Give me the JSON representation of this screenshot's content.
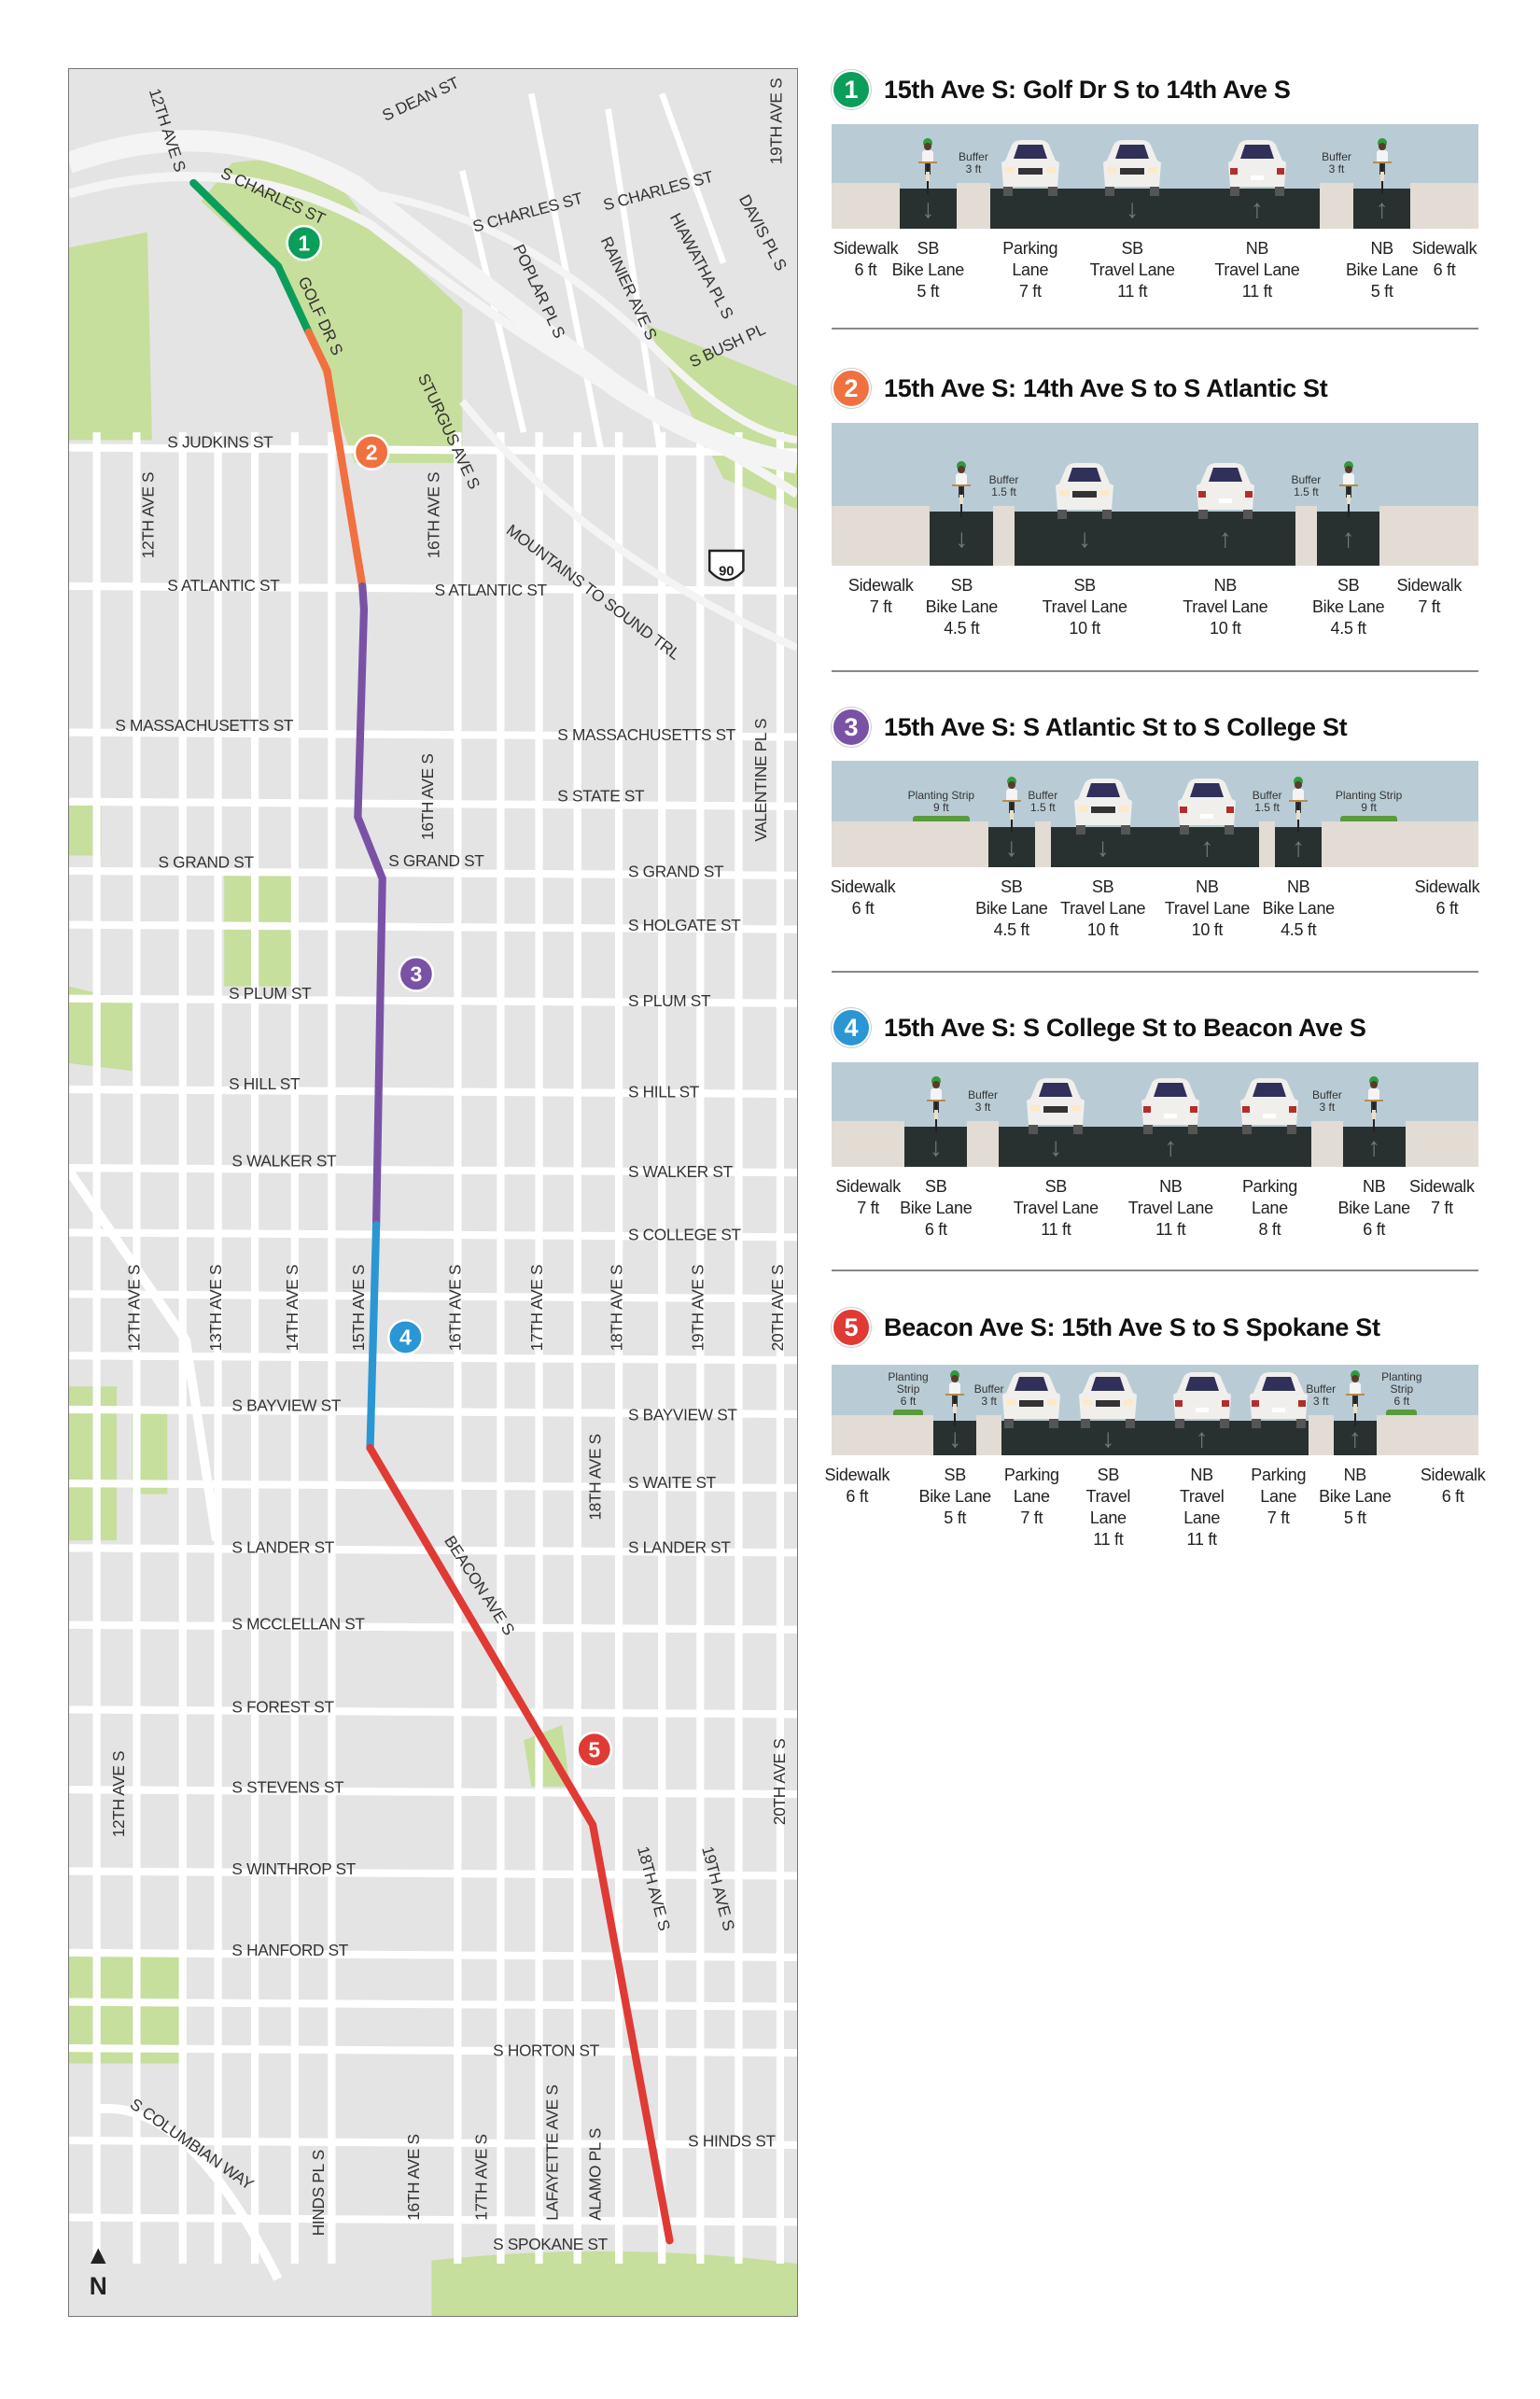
{
  "map": {
    "north_label": "N",
    "shield": "90",
    "labels": [
      "S DEAN ST",
      "12TH AVE S",
      "S CHARLES ST",
      "S CHARLES ST",
      "S CHARLES ST",
      "19TH AVE S",
      "DAVIS PL S",
      "HIAWATHA PL S",
      "RAINIER AVE S",
      "POPLAR PL S",
      "S BUSH PL",
      "GOLF DR S",
      "STURGUS AVE S",
      "S JUDKINS ST",
      "12TH AVE S",
      "16TH AVE S",
      "MOUNTAINS TO SOUND TRL",
      "S ATLANTIC ST",
      "S ATLANTIC ST",
      "S MASSACHUSETTS ST",
      "S MASSACHUSETTS ST",
      "VALENTINE PL S",
      "S STATE ST",
      "16TH AVE S",
      "S GRAND ST",
      "S GRAND ST",
      "S GRAND ST",
      "S HOLGATE ST",
      "S PLUM ST",
      "S PLUM ST",
      "S HILL ST",
      "S HILL ST",
      "S WALKER ST",
      "S WALKER ST",
      "S COLLEGE ST",
      "12TH AVE S",
      "13TH AVE S",
      "14TH AVE S",
      "15TH AVE S",
      "16TH AVE S",
      "17TH AVE S",
      "18TH AVE S",
      "19TH AVE S",
      "20TH AVE S",
      "S BAYVIEW ST",
      "S BAYVIEW ST",
      "18TH AVE S",
      "S WAITE ST",
      "S LANDER ST",
      "S LANDER ST",
      "BEACON AVE S",
      "S MCCLELLAN ST",
      "S FOREST ST",
      "S STEVENS ST",
      "12TH AVE S",
      "20TH AVE S",
      "18TH AVE S",
      "19TH AVE S",
      "S WINTHROP ST",
      "S HANFORD ST",
      "S HORTON ST",
      "S COLUMBIAN WAY",
      "S HINDS ST",
      "HINDS PL S",
      "16TH AVE S",
      "17TH AVE S",
      "LAFAYETTE AVE S",
      "ALAMO PL S",
      "S SPOKANE ST"
    ],
    "route_segments": [
      {
        "number": "1",
        "color": "#0a9e5a"
      },
      {
        "number": "2",
        "color": "#f0703f"
      },
      {
        "number": "3",
        "color": "#7a52a5"
      },
      {
        "number": "4",
        "color": "#2a96d4"
      },
      {
        "number": "5",
        "color": "#e03a35"
      }
    ]
  },
  "sections": [
    {
      "number": "1",
      "color": "#0a9e5a",
      "title": "15th Ave S: Golf Dr S to 14th Ave S",
      "segments": [
        {
          "type": "sidewalk",
          "ft": 6,
          "lines": [
            "Sidewalk",
            "6 ft"
          ]
        },
        {
          "type": "bike",
          "dir": "down",
          "ft": 5,
          "lines": [
            "SB",
            "Bike Lane",
            "5 ft"
          ]
        },
        {
          "type": "buffer",
          "ft": 3,
          "inner": [
            "Buffer",
            "3 ft"
          ]
        },
        {
          "type": "parking",
          "dir": "front",
          "ft": 7,
          "lines": [
            "Parking",
            "Lane",
            "7 ft"
          ]
        },
        {
          "type": "travel",
          "dir": "down",
          "ft": 11,
          "lines": [
            "SB",
            "Travel Lane",
            "11 ft"
          ]
        },
        {
          "type": "travel",
          "dir": "up",
          "ft": 11,
          "lines": [
            "NB",
            "Travel Lane",
            "11 ft"
          ]
        },
        {
          "type": "buffer",
          "ft": 3,
          "inner": [
            "Buffer",
            "3 ft"
          ]
        },
        {
          "type": "bike",
          "dir": "up",
          "ft": 5,
          "lines": [
            "NB",
            "Bike Lane",
            "5 ft"
          ]
        },
        {
          "type": "sidewalk",
          "ft": 6,
          "lines": [
            "Sidewalk",
            "6 ft"
          ]
        }
      ]
    },
    {
      "number": "2",
      "color": "#f0703f",
      "title": "15th Ave S: 14th Ave S to S Atlantic St",
      "segments": [
        {
          "type": "sidewalk",
          "ft": 7,
          "lines": [
            "Sidewalk",
            "7 ft"
          ]
        },
        {
          "type": "bike",
          "dir": "down",
          "ft": 4.5,
          "lines": [
            "SB",
            "Bike Lane",
            "4.5 ft"
          ]
        },
        {
          "type": "buffer",
          "ft": 1.5,
          "inner": [
            "Buffer",
            "1.5 ft"
          ]
        },
        {
          "type": "travel",
          "dir": "down",
          "ft": 10,
          "lines": [
            "SB",
            "Travel Lane",
            "10 ft"
          ]
        },
        {
          "type": "travel",
          "dir": "up",
          "ft": 10,
          "lines": [
            "NB",
            "Travel Lane",
            "10 ft"
          ]
        },
        {
          "type": "buffer",
          "ft": 1.5,
          "inner": [
            "Buffer",
            "1.5 ft"
          ]
        },
        {
          "type": "bike",
          "dir": "up",
          "ft": 4.5,
          "lines": [
            "SB",
            "Bike Lane",
            "4.5 ft"
          ]
        },
        {
          "type": "sidewalk",
          "ft": 7,
          "lines": [
            "Sidewalk",
            "7 ft"
          ]
        }
      ]
    },
    {
      "number": "3",
      "color": "#7a52a5",
      "title": "15th Ave S: S Atlantic St to S College St",
      "segments": [
        {
          "type": "sidewalk",
          "ft": 6,
          "lines": [
            "Sidewalk",
            "6 ft"
          ]
        },
        {
          "type": "planting",
          "ft": 9,
          "inner": [
            "Planting Strip",
            "9 ft"
          ]
        },
        {
          "type": "bike",
          "dir": "down",
          "ft": 4.5,
          "lines": [
            "SB",
            "Bike Lane",
            "4.5 ft"
          ]
        },
        {
          "type": "buffer",
          "ft": 1.5,
          "inner": [
            "Buffer",
            "1.5 ft"
          ]
        },
        {
          "type": "travel",
          "dir": "down",
          "ft": 10,
          "lines": [
            "SB",
            "Travel Lane",
            "10 ft"
          ]
        },
        {
          "type": "travel",
          "dir": "up",
          "ft": 10,
          "lines": [
            "NB",
            "Travel Lane",
            "10 ft"
          ]
        },
        {
          "type": "buffer",
          "ft": 1.5,
          "inner": [
            "Buffer",
            "1.5 ft"
          ]
        },
        {
          "type": "bike",
          "dir": "up",
          "ft": 4.5,
          "lines": [
            "NB",
            "Bike Lane",
            "4.5 ft"
          ]
        },
        {
          "type": "planting",
          "ft": 9,
          "inner": [
            "Planting Strip",
            "9 ft"
          ]
        },
        {
          "type": "sidewalk",
          "ft": 6,
          "lines": [
            "Sidewalk",
            "6 ft"
          ]
        }
      ]
    },
    {
      "number": "4",
      "color": "#2a96d4",
      "title": "15th Ave S: S College St to Beacon Ave S",
      "segments": [
        {
          "type": "sidewalk",
          "ft": 7,
          "lines": [
            "Sidewalk",
            "7 ft"
          ]
        },
        {
          "type": "bike",
          "dir": "down",
          "ft": 6,
          "lines": [
            "SB",
            "Bike Lane",
            "6 ft"
          ]
        },
        {
          "type": "buffer",
          "ft": 3,
          "inner": [
            "Buffer",
            "3 ft"
          ]
        },
        {
          "type": "travel",
          "dir": "down",
          "ft": 11,
          "lines": [
            "SB",
            "Travel Lane",
            "11 ft"
          ]
        },
        {
          "type": "travel",
          "dir": "up",
          "ft": 11,
          "lines": [
            "NB",
            "Travel Lane",
            "11 ft"
          ]
        },
        {
          "type": "parking",
          "dir": "back",
          "ft": 8,
          "lines": [
            "Parking",
            "Lane",
            "8 ft"
          ]
        },
        {
          "type": "buffer",
          "ft": 3,
          "inner": [
            "Buffer",
            "3 ft"
          ]
        },
        {
          "type": "bike",
          "dir": "up",
          "ft": 6,
          "lines": [
            "NB",
            "Bike Lane",
            "6 ft"
          ]
        },
        {
          "type": "sidewalk",
          "ft": 7,
          "lines": [
            "Sidewalk",
            "7 ft"
          ]
        }
      ]
    },
    {
      "number": "5",
      "color": "#e03a35",
      "title": "Beacon Ave S: 15th Ave S to S Spokane St",
      "segments": [
        {
          "type": "sidewalk",
          "ft": 6,
          "lines": [
            "Sidewalk",
            "6 ft"
          ]
        },
        {
          "type": "planting",
          "ft": 6,
          "inner": [
            "Planting",
            "Strip",
            "6 ft"
          ]
        },
        {
          "type": "bike",
          "dir": "down",
          "ft": 5,
          "lines": [
            "SB",
            "Bike Lane",
            "5 ft"
          ]
        },
        {
          "type": "buffer",
          "ft": 3,
          "inner": [
            "Buffer",
            "3 ft"
          ]
        },
        {
          "type": "parking",
          "dir": "front",
          "ft": 7,
          "lines": [
            "Parking",
            "Lane",
            "7 ft"
          ]
        },
        {
          "type": "travel",
          "dir": "down",
          "ft": 11,
          "lines": [
            "SB",
            "Travel",
            "Lane",
            "11 ft"
          ]
        },
        {
          "type": "travel",
          "dir": "up",
          "ft": 11,
          "lines": [
            "NB",
            "Travel",
            "Lane",
            "11 ft"
          ]
        },
        {
          "type": "parking",
          "dir": "back",
          "ft": 7,
          "lines": [
            "Parking",
            "Lane",
            "7 ft"
          ]
        },
        {
          "type": "buffer",
          "ft": 3,
          "inner": [
            "Buffer",
            "3 ft"
          ]
        },
        {
          "type": "bike",
          "dir": "up",
          "ft": 5,
          "lines": [
            "NB",
            "Bike Lane",
            "5 ft"
          ]
        },
        {
          "type": "planting",
          "ft": 6,
          "inner": [
            "Planting",
            "Strip",
            "6 ft"
          ]
        },
        {
          "type": "sidewalk",
          "ft": 6,
          "lines": [
            "Sidewalk",
            "6 ft"
          ]
        }
      ]
    }
  ]
}
